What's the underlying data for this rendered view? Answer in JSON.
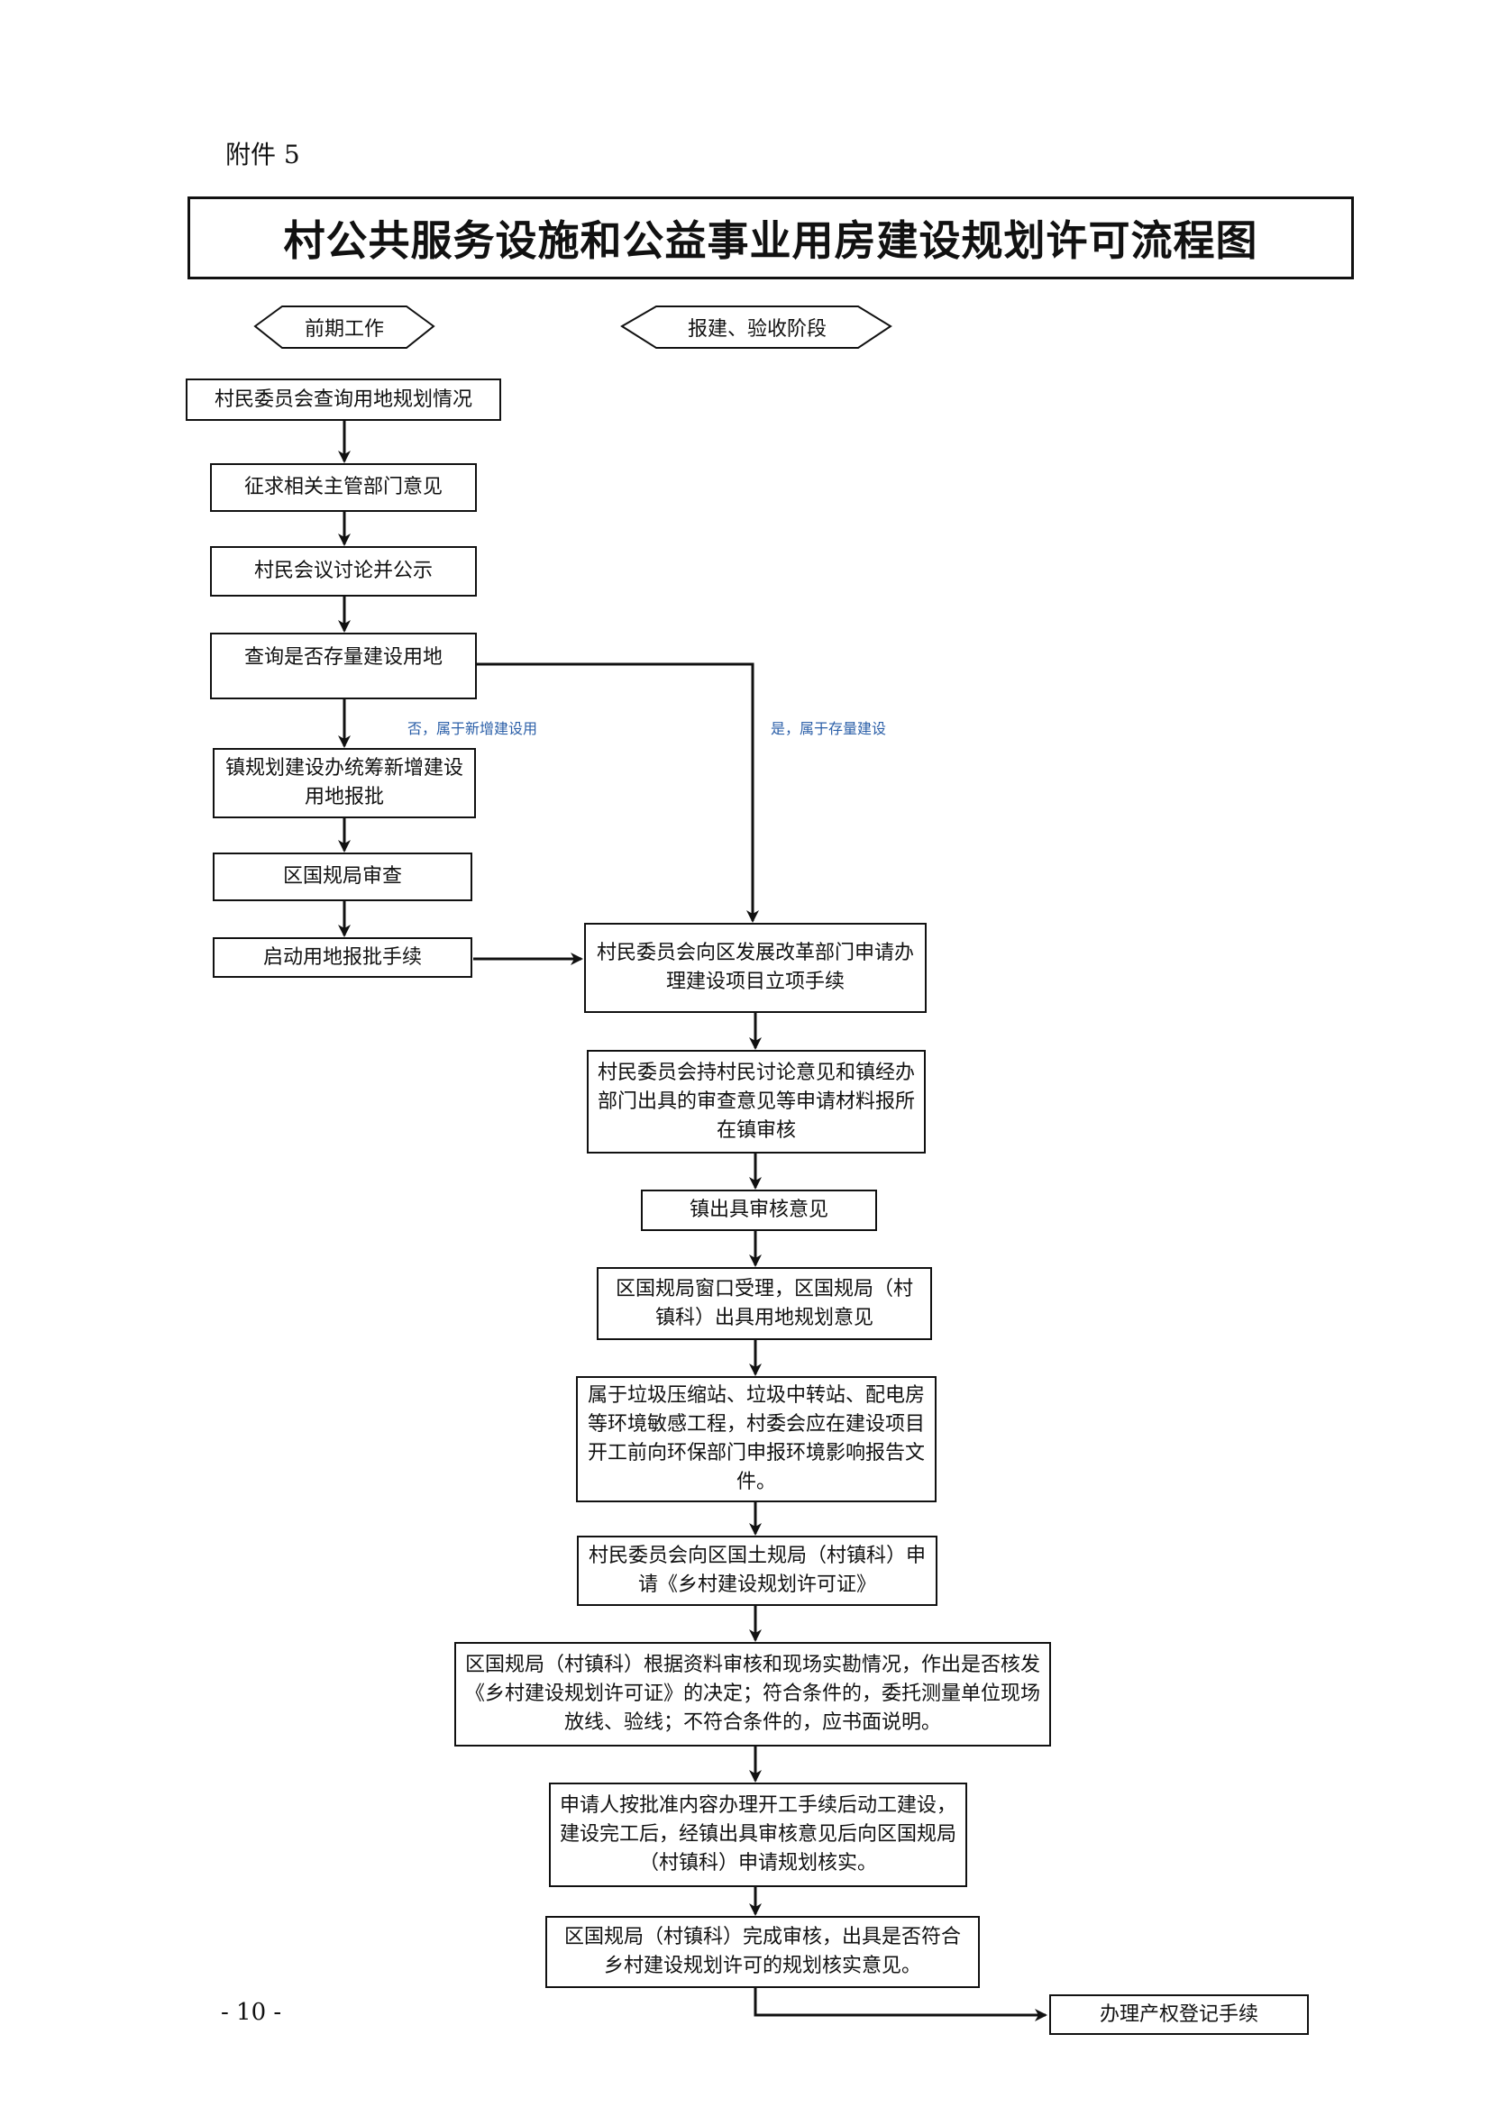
{
  "attachment_label": "附件 5",
  "title": "村公共服务设施和公益事业用房建设规划许可流程图",
  "stages": {
    "early": "前期工作",
    "report": "报建、验收阶段"
  },
  "left_steps": [
    "村民委员会查询用地规划情况",
    "征求相关主管部门意见",
    "村民会议讨论并公示",
    "查询是否存量建设用地",
    "镇规划建设办统筹新增建设用地报批",
    "区国规局审查",
    "启动用地报批手续"
  ],
  "branch_labels": {
    "no": "否，属于新增建设用",
    "yes": "是，属于存量建设"
  },
  "right_steps": [
    "村民委员会向区发展改革部门申请办理建设项目立项手续",
    "村民委员会持村民讨论意见和镇经办部门出具的审查意见等申请材料报所在镇审核",
    "镇出具审核意见",
    "区国规局窗口受理，区国规局（村镇科）出具用地规划意见",
    "属于垃圾压缩站、垃圾中转站、配电房等环境敏感工程，村委会应在建设项目开工前向环保部门申报环境影响报告文件。",
    "村民委员会向区国土规局（村镇科）申请《乡村建设规划许可证》",
    "区国规局（村镇科）根据资料审核和现场实勘情况，作出是否核发《乡村建设规划许可证》的决定；符合条件的，委托测量单位现场放线、验线；不符合条件的，应书面说明。",
    "申请人按批准内容办理开工手续后动工建设，建设完工后，经镇出具审核意见后向区国规局（村镇科）申请规划核实。",
    "区国规局（村镇科）完成审核，出具是否符合乡村建设规划许可的规划核实意见。"
  ],
  "final_step": "办理产权登记手续",
  "page_number": "- 10 -"
}
